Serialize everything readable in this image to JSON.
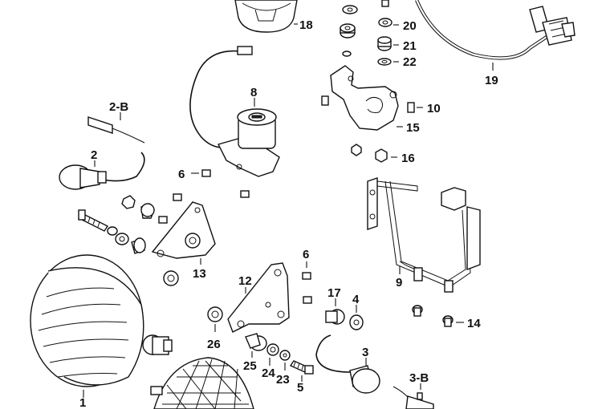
{
  "diagram": {
    "callouts": {
      "p1": "1",
      "p2": "2",
      "p2b": "2-B",
      "p3": "3",
      "p3b": "3-B",
      "p4": "4",
      "p5": "5",
      "p6a": "6",
      "p6b": "6",
      "p8": "8",
      "p9": "9",
      "p10": "10",
      "p12": "12",
      "p13": "13",
      "p14": "14",
      "p15": "15",
      "p16": "16",
      "p17": "17",
      "p18": "18",
      "p19": "19",
      "p20": "20",
      "p21": "21",
      "p22": "22",
      "p23": "23",
      "p24": "24",
      "p25": "25",
      "p26": "26"
    }
  }
}
